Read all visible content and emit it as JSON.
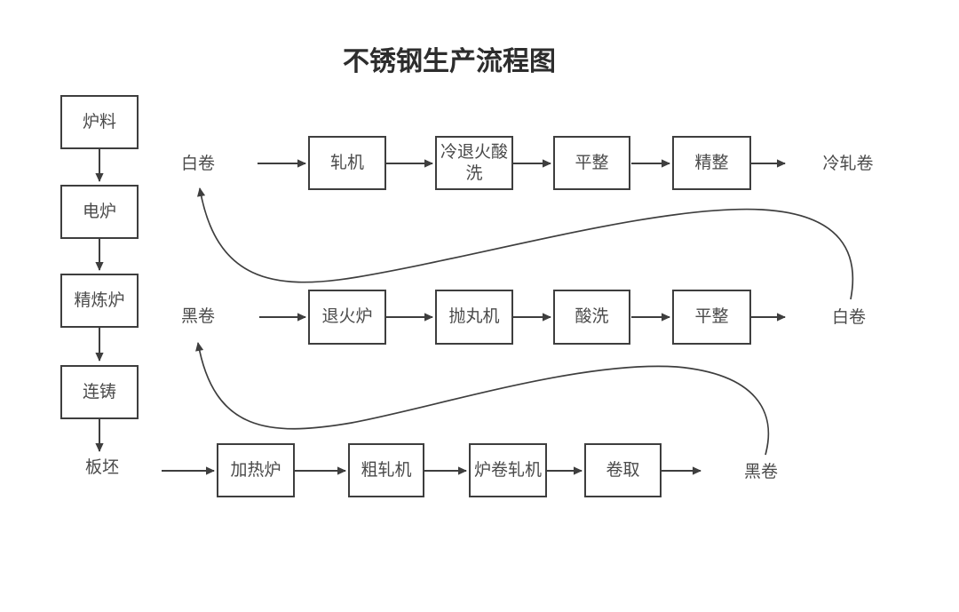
{
  "title": "不锈钢生产流程图",
  "colors": {
    "background": "#ffffff",
    "line": "#3e3e3e",
    "box_border": "#3e3e3e",
    "box_fill": "#ffffff",
    "text": "#4a4a4a",
    "title_color": "#2d2d2d"
  },
  "flow": {
    "smelting_column": {
      "boxes": [
        "炉料",
        "电炉",
        "精炼炉",
        "连铸"
      ],
      "output_label": "板坯"
    },
    "hot_rolling_row": {
      "boxes": [
        "加热炉",
        "粗轧机",
        "炉卷轧机",
        "卷取"
      ],
      "output_label": "黑卷"
    },
    "annealing_pickling_row": {
      "input_label": "黑卷",
      "boxes": [
        "退火炉",
        "抛丸机",
        "酸洗",
        "平整"
      ],
      "output_label": "白卷"
    },
    "cold_rolling_row": {
      "input_label": "白卷",
      "boxes": [
        "轧机",
        "冷退火酸洗",
        "平整",
        "精整"
      ],
      "output_label": "冷轧卷"
    }
  },
  "curved_links": [
    {
      "from": "黑卷",
      "to": "黑卷"
    },
    {
      "from": "白卷",
      "to": "白卷"
    }
  ]
}
